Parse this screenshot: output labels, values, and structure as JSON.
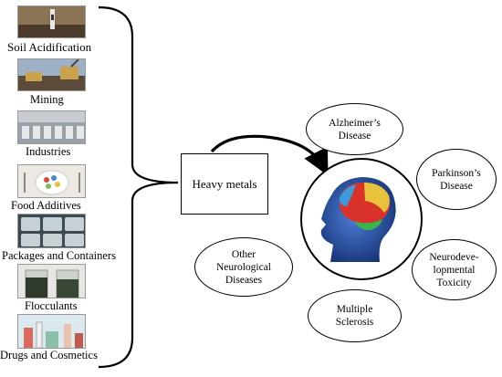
{
  "sources": [
    {
      "label": "Soil Acidification",
      "image": "soil-sensor-photo",
      "colors": [
        "#6b5a43",
        "#a58d6c",
        "#3e3326"
      ]
    },
    {
      "label": "Mining",
      "image": "mining-machinery-photo",
      "colors": [
        "#8aa0b8",
        "#5a4c3b",
        "#c9a24a"
      ]
    },
    {
      "label": "Industries",
      "image": "factory-line-photo",
      "colors": [
        "#b8bcc2",
        "#6b7078",
        "#9fa6ad"
      ]
    },
    {
      "label": "Food Additives",
      "image": "pills-on-plate-photo",
      "colors": [
        "#f4f1ec",
        "#d9483b",
        "#4a86c5"
      ]
    },
    {
      "label": "Packages and Containers",
      "image": "containers-photo",
      "colors": [
        "#7d8f99",
        "#c7d0d4",
        "#3d4a52"
      ]
    },
    {
      "label": "Flocculants",
      "image": "flocculant-beakers-photo",
      "colors": [
        "#e6e6e2",
        "#2f3a2c",
        "#6e7c63"
      ]
    },
    {
      "label": "Drugs and Cosmetics",
      "image": "lab-cosmetics-photo",
      "colors": [
        "#cfe0e8",
        "#d96a5c",
        "#8bbfa8"
      ]
    }
  ],
  "center": {
    "label": "Heavy metals"
  },
  "brain_image": "human-head-brain-icon",
  "diseases": [
    {
      "label": "Alzheimer’s\nDisease"
    },
    {
      "label": "Parkinson’s\nDisease"
    },
    {
      "label": "Neurodeve-\nlopmental\nToxicity"
    },
    {
      "label": "Multiple\nSclerosis"
    },
    {
      "label": "Other\nNeurological\nDiseases"
    }
  ]
}
